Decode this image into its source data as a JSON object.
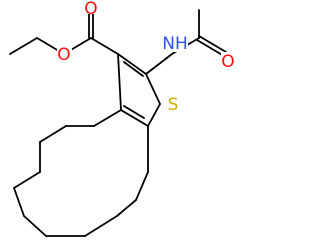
{
  "molecule": {
    "atoms": [
      {
        "id": "ester-oxygen",
        "symbol": "O",
        "color": "#ff0d0d"
      },
      {
        "id": "carbonyl-oxygen-ester",
        "symbol": "O",
        "color": "#ff0d0d"
      },
      {
        "id": "amide-nitrogen",
        "symbol": "NH",
        "color": "#3050f8"
      },
      {
        "id": "carbonyl-oxygen-amide",
        "symbol": "O",
        "color": "#ff0d0d"
      },
      {
        "id": "thiophene-sulfur",
        "symbol": "S",
        "color": "#c8b400"
      }
    ],
    "bond_color": "#000000"
  }
}
